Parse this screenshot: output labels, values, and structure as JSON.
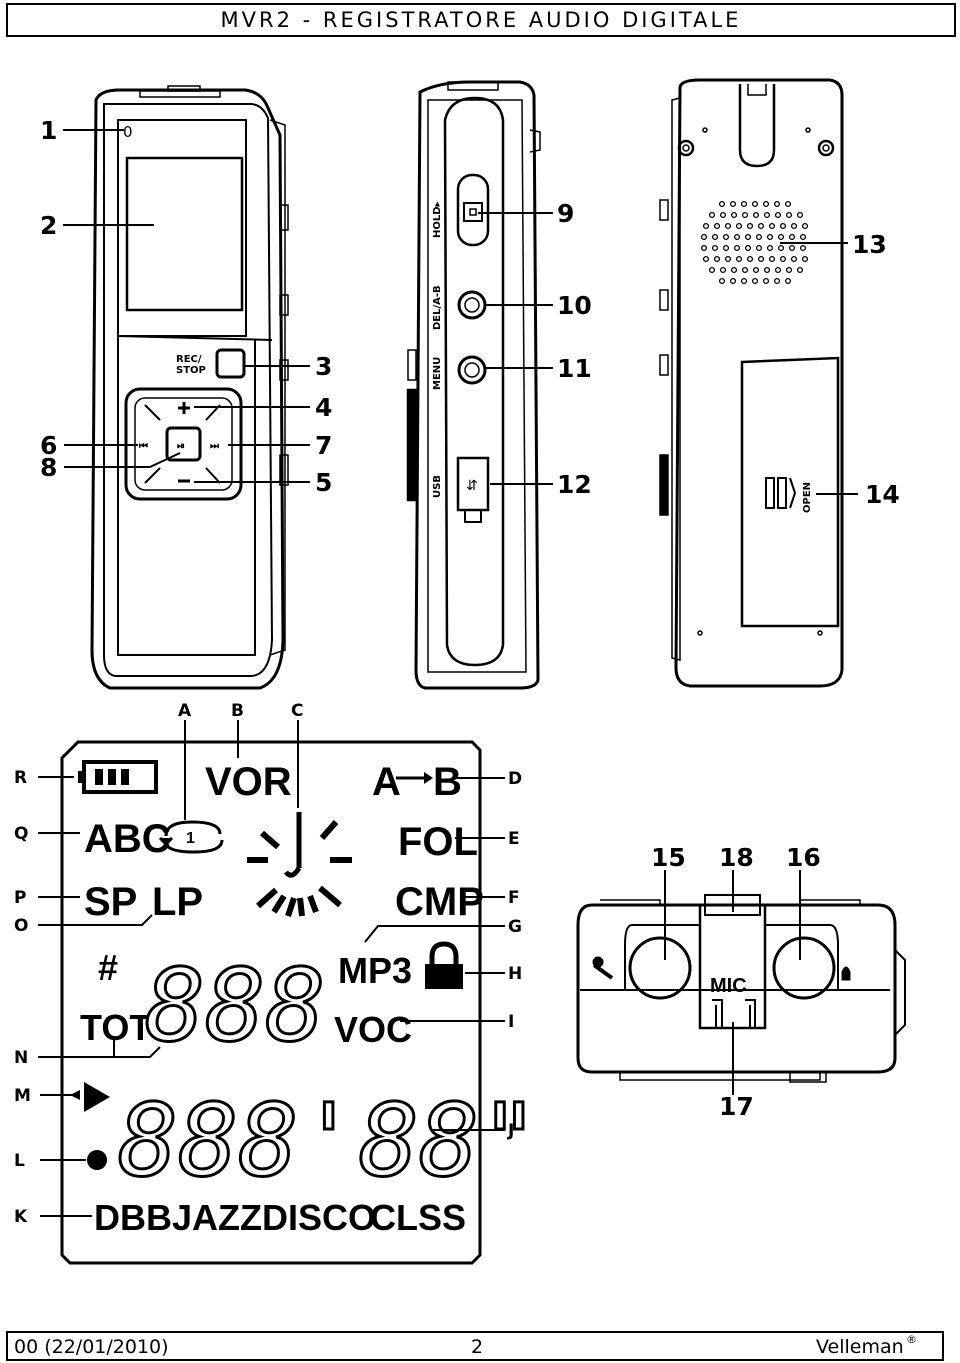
{
  "header": {
    "title": "MVR2 - REGISTRATORE AUDIO DIGITALE"
  },
  "footer": {
    "left": "00 (22/01/2010)",
    "page": "2",
    "brand": "Velleman",
    "brand_mark": "®"
  },
  "front": {
    "btn_rec": "REC/\nSTOP",
    "btn_rec_1": "REC/",
    "btn_rec_2": "STOP",
    "mark_top": "0",
    "callouts": [
      "1",
      "2",
      "3",
      "4",
      "5",
      "6",
      "7",
      "8"
    ]
  },
  "side": {
    "hold": "HOLD▸",
    "del": "DEL/A-B",
    "menu": "MENU",
    "usb": "USB",
    "callouts": [
      "9",
      "10",
      "11",
      "12"
    ]
  },
  "back": {
    "open": "OPEN",
    "callouts": [
      "13",
      "14"
    ]
  },
  "lcd": {
    "seg_vor": "VOR",
    "seg_ab_a": "A",
    "seg_ab_b": "B",
    "seg_abc": "ABC",
    "seg_fol": "FOL",
    "seg_sp": "SP",
    "seg_lp": "LP",
    "seg_cmp": "CMP",
    "seg_mp3": "MP3",
    "seg_hash": "#",
    "seg_tot": "TOT",
    "seg_voc": "VOC",
    "seg_digits3": "888",
    "seg_digits_time": "888'88\"",
    "seg_dbb": "DBB",
    "seg_jazz": "JAZZ",
    "seg_disco": "DISCO",
    "seg_clss": "CLSS",
    "seg_repeat1": "1",
    "callouts": {
      "A": "A",
      "B": "B",
      "C": "C",
      "D": "D",
      "E": "E",
      "F": "F",
      "G": "G",
      "H": "H",
      "I": "I",
      "J": "J",
      "K": "K",
      "L": "L",
      "M": "M",
      "N": "N",
      "O": "O",
      "P": "P",
      "Q": "Q",
      "R": "R"
    }
  },
  "bottom": {
    "mic": "MIC",
    "callouts": [
      "15",
      "16",
      "17",
      "18"
    ]
  }
}
